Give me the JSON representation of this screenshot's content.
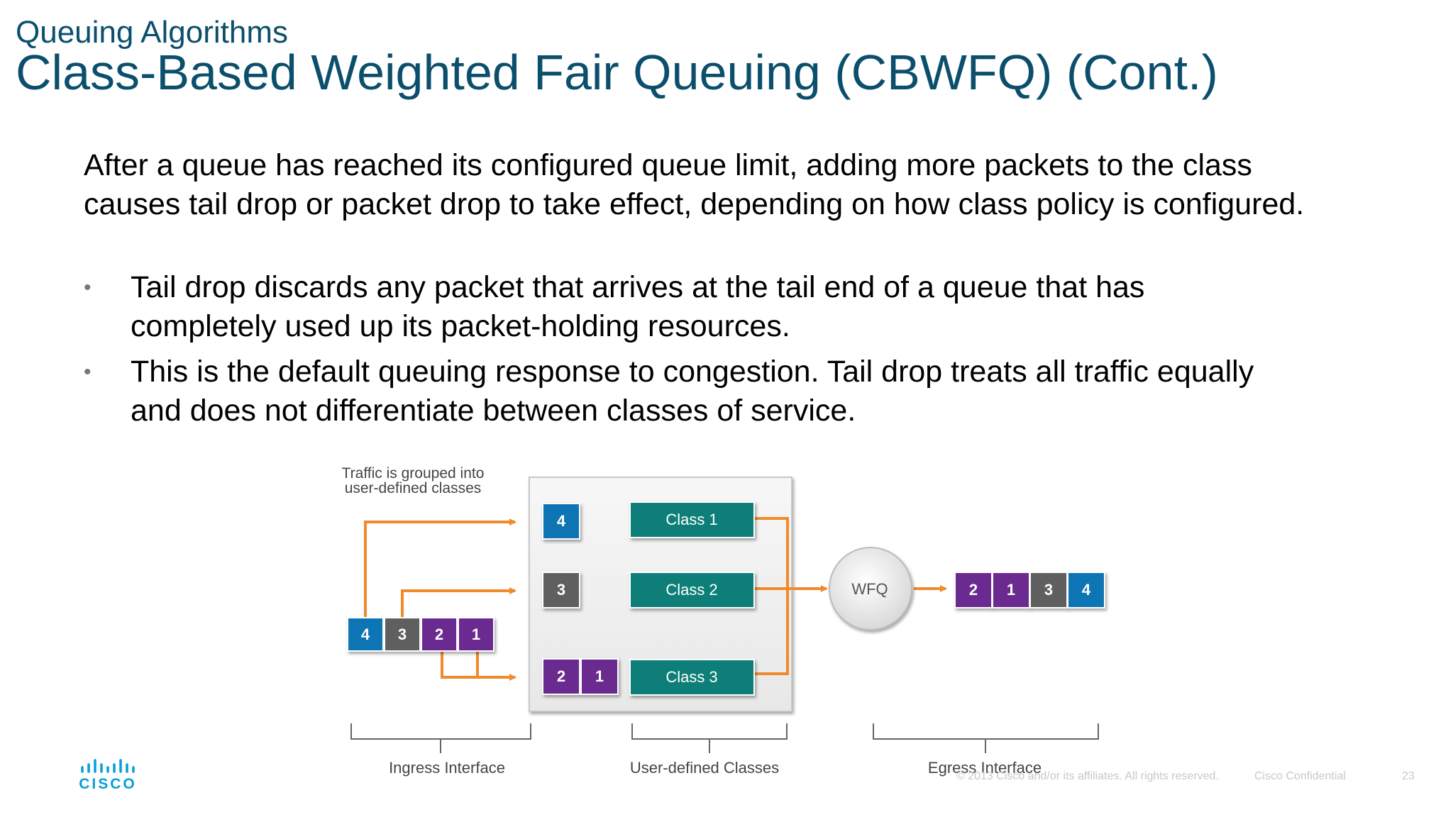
{
  "header": {
    "section": "Queuing Algorithms",
    "title": "Class-Based Weighted Fair Queuing (CBWFQ) (Cont.)"
  },
  "body": {
    "paragraph": "After a queue has reached its configured queue limit, adding more packets to the class causes tail drop or packet drop to take effect, depending on how class policy is configured.",
    "bullets": [
      "Tail drop discards any packet that arrives at the tail end of a queue that has completely used up its packet-holding resources.",
      "This is the default queuing response to congestion. Tail drop treats all traffic equally and does not differentiate between classes of service."
    ]
  },
  "diagram": {
    "note_line1": "Traffic is grouped into",
    "note_line2": "user-defined classes",
    "ingress_packets": [
      "4",
      "3",
      "2",
      "1"
    ],
    "queue_top": "4",
    "queue_mid": "3",
    "queue_bottom": [
      "2",
      "1"
    ],
    "classes": [
      "Class 1",
      "Class 2",
      "Class 3"
    ],
    "scheduler": "WFQ",
    "egress_packets": [
      "2",
      "1",
      "3",
      "4"
    ],
    "brackets": [
      "Ingress Interface",
      "User-defined Classes",
      "Egress Interface"
    ],
    "colors": {
      "blue": "#0a74b3",
      "gray": "#5f5f5f",
      "purple": "#6a2c8f",
      "teal": "#0e7f78",
      "arrow": "#f08a2b"
    }
  },
  "footer": {
    "logo_text": "CISCO",
    "copyright": "© 2013 Cisco and/or its affiliates. All rights reserved.",
    "confidential": "Cisco Confidential",
    "page_number": "23"
  }
}
